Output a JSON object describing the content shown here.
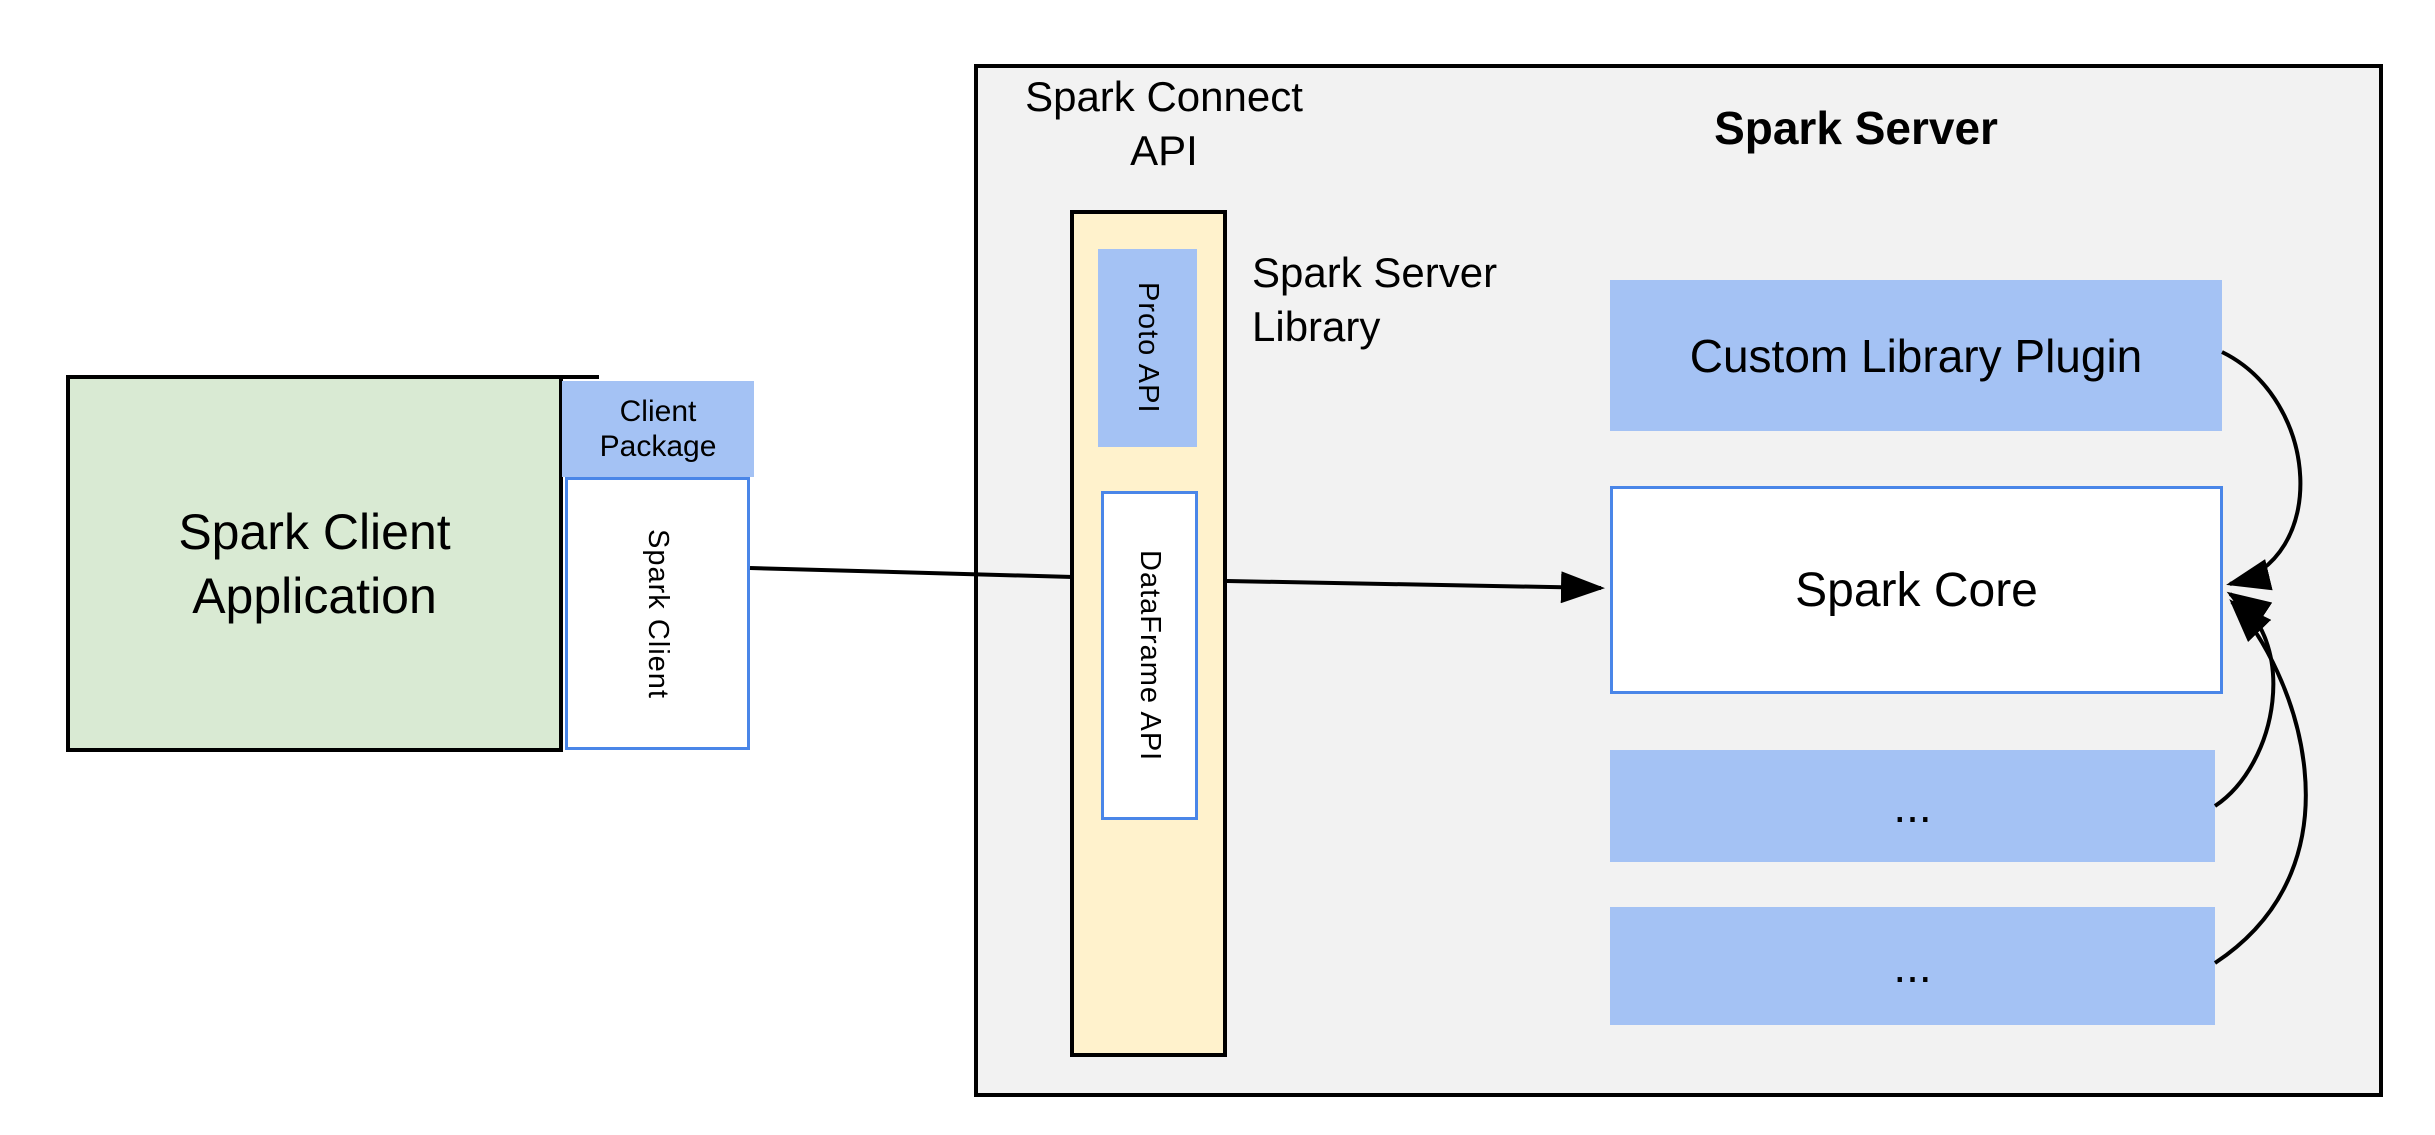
{
  "diagram": {
    "client": {
      "app_label": "Spark Client\nApplication",
      "package_label": "Client\nPackage",
      "spark_client_label": "Spark Client"
    },
    "connect": {
      "title": "Spark Connect\nAPI",
      "proto_api_label": "Proto API",
      "dataframe_api_label": "DataFrame API",
      "server_library_label": "Spark Server\nLibrary"
    },
    "server": {
      "title": "Spark Server",
      "plugin_label": "Custom Library Plugin",
      "core_label": "Spark Core",
      "ellipsis_1": "...",
      "ellipsis_2": "..."
    },
    "edges": [
      {
        "from": "spark-client",
        "to": "spark-server-library",
        "style": "straight-line"
      },
      {
        "from": "spark-server-library",
        "to": "spark-core",
        "style": "straight-arrow"
      },
      {
        "from": "custom-library-plugin",
        "to": "spark-core",
        "style": "curved-arrow"
      },
      {
        "from": "ellipsis-box-1",
        "to": "spark-core",
        "style": "curved-arrow"
      },
      {
        "from": "ellipsis-box-2",
        "to": "spark-core",
        "style": "curved-arrow"
      }
    ],
    "colors": {
      "green_fill": "#d9ead3",
      "blue_fill": "#a4c2f4",
      "yellow_fill": "#fff2cc",
      "gray_fill": "#f2f2f2",
      "blue_border": "#4a86e8",
      "line_color": "#000000",
      "text_color": "#000000"
    }
  }
}
